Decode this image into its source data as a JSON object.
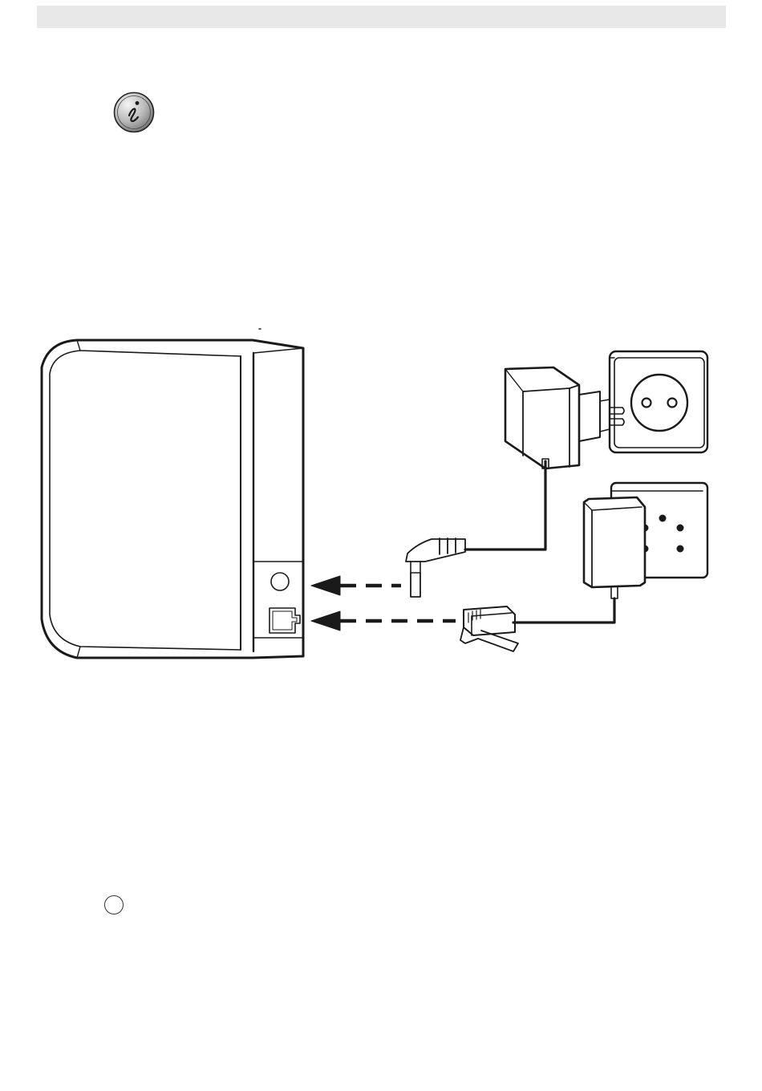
{
  "page": {
    "background": "#ffffff",
    "header_bar_color": "#e8e8e8",
    "line_color": "#1a1a1a"
  },
  "icons": {
    "info": "info-icon",
    "empty_circle": "circle-marker"
  },
  "diagram": {
    "parts": [
      "base-station",
      "dc-power-socket",
      "telephone-line-socket",
      "power-adapter",
      "power-plug-connector",
      "wall-power-outlet",
      "telephone-wall-adapter",
      "telephone-line-plug"
    ]
  }
}
